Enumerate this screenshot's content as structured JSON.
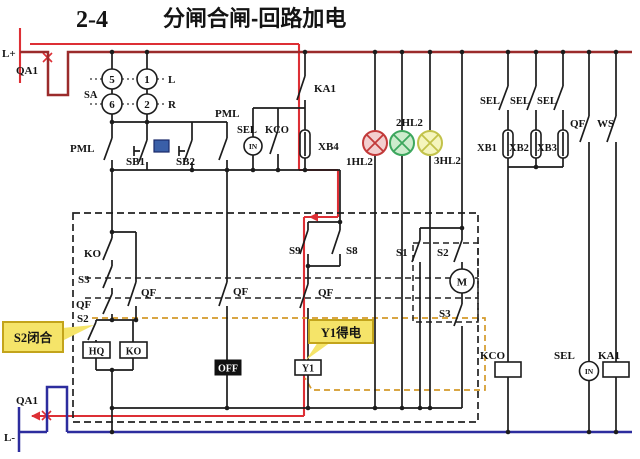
{
  "title": {
    "number": "2-4",
    "text": "分闸合闸-回路加电"
  },
  "rails": {
    "l_plus": "L+",
    "l_minus": "L-",
    "qa1_top": "QA1",
    "qa1_bottom": "QA1"
  },
  "selector": {
    "name": "SA",
    "p5": "5",
    "p1": "1",
    "p6": "6",
    "p2": "2",
    "left": "L",
    "right": "R"
  },
  "control_row": {
    "pml_left": "PML",
    "sb1": "SB1",
    "sb2": "SB2",
    "pml_right": "PML",
    "sel": "SEL",
    "sel_in": "IN",
    "kco": "KCO",
    "ka1": "KA1",
    "xb4": "XB4"
  },
  "lamps": [
    {
      "label": "1HL2",
      "color": "#c23a3a",
      "fill": "#f3cfcf"
    },
    {
      "label": "2HL2",
      "color": "#3da75e",
      "fill": "#cdeccd"
    },
    {
      "label": "3HL2",
      "color": "#c2c24a",
      "fill": "#f5f5bd"
    }
  ],
  "feeder_right": {
    "sel1": "SEL",
    "sel2": "SEL",
    "sel3": "SEL",
    "xb1": "XB1",
    "xb2": "XB2",
    "xb3": "XB3",
    "qf": "QF",
    "ws": "WS"
  },
  "interlock": {
    "ko": "KO",
    "s3": "S3",
    "qf_left": "QF",
    "s2": "S2",
    "qf_branch": "QF",
    "hq_coil": "HQ",
    "ko_coil": "KO",
    "qf_center": "QF",
    "off": "OFF",
    "s9": "S9",
    "s8": "S8",
    "qf_y1": "QF",
    "y1": "Y1"
  },
  "motor": {
    "s1": "S1",
    "s2": "S2",
    "m": "M",
    "s3": "S3"
  },
  "outputs": {
    "kco": "KCO",
    "sel": "SEL",
    "sel_in": "IN",
    "ka1": "KA1"
  },
  "callouts": {
    "s2_closed": "S2闭合",
    "y1_energized": "Y1得电"
  },
  "colors": {
    "bus": "#9b2b2b",
    "live_path": "#dd2f35",
    "neutral": "#2d2d9e",
    "trace": "#d49a2a",
    "callout_bg": "#f5e469",
    "callout_border": "#c3a41b"
  }
}
